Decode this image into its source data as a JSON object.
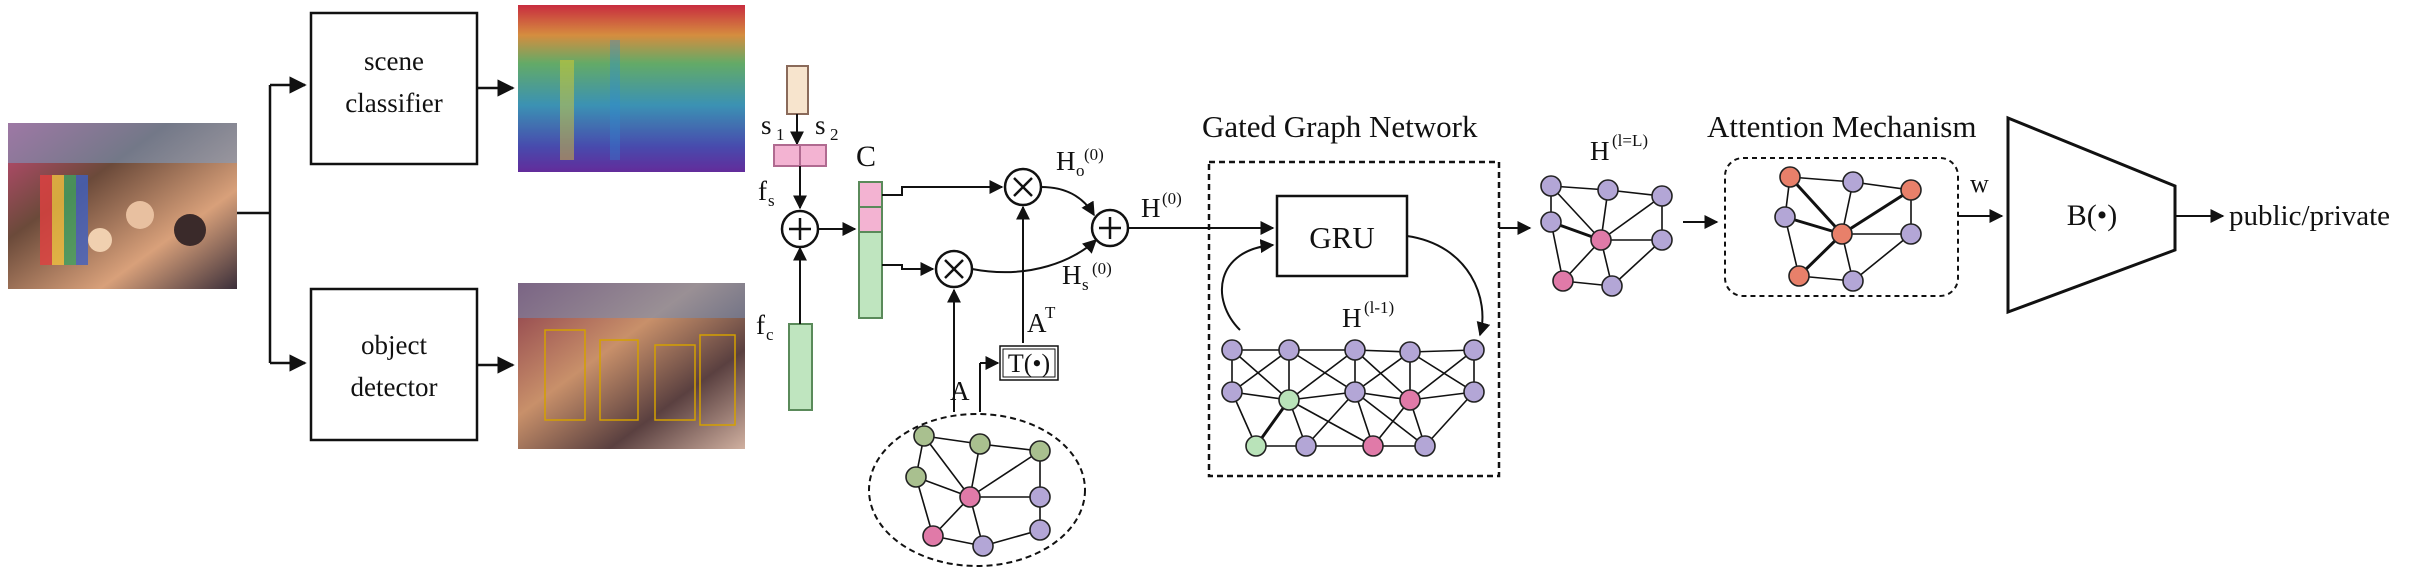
{
  "modules": {
    "scene_classifier": [
      "scene",
      "classifier"
    ],
    "object_detector": [
      "object",
      "detector"
    ],
    "gru": "GRU",
    "classifier_head": "B(•)",
    "transpose_op": "T(•)"
  },
  "titles": {
    "ggn": "Gated Graph Network",
    "attention": "Attention Mechanism"
  },
  "labels": {
    "s1": "s",
    "s1_sub": "1",
    "s2": "s",
    "s2_sub": "2",
    "fs": "f",
    "fs_sub": "s",
    "fc": "f",
    "fc_sub": "c",
    "C": "C",
    "A": "A",
    "AT": "A",
    "AT_sup": "T",
    "Ho": "H",
    "Ho_sub": "o",
    "Ho_sup": "(0)",
    "Hs": "H",
    "Hs_sub": "s",
    "Hs_sup": "(0)",
    "H0": "H",
    "H0_sup": "(0)",
    "Hl1": "H",
    "Hl1_sup": "(l-1)",
    "HlL": "H",
    "HlL_sup": "(l=L)",
    "w": "w",
    "output": "public/private"
  },
  "operators": {
    "plus": "+",
    "times": "×"
  },
  "colors": {
    "purple_node": "#b3a6d6",
    "green_node": "#b9e3b9",
    "pink_node": "#e07aa8",
    "red_node": "#e8806a",
    "olive_node": "#a9c08f",
    "peach_box": "#f7e4cd",
    "pink_box": "#f3b3d2",
    "green_box": "#bfe5bf",
    "stroke": "#111111"
  }
}
